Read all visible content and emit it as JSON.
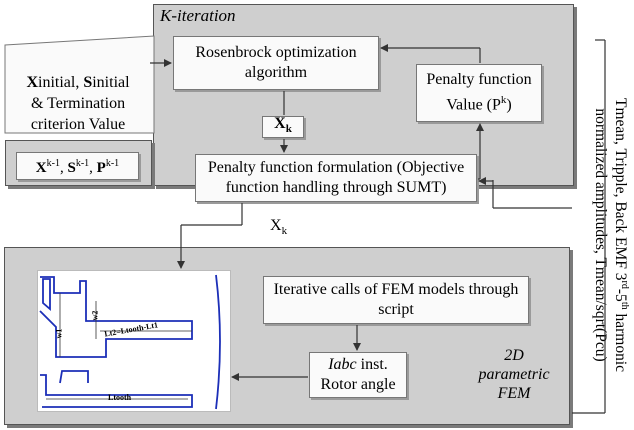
{
  "k_iteration": {
    "title": "K-iteration"
  },
  "rosenbrock": {
    "line1": "Rosenbrock optimization",
    "line2": "algorithm"
  },
  "penalty_value": {
    "line1": "Penalty function",
    "line2_text": "Value (P",
    "line2_sup": "k",
    "line2_end": ")"
  },
  "penalty_formulation": {
    "line1": "Penalty function formulation (Objective",
    "line2": "function handling through SUMT)"
  },
  "xk_bold": {
    "base": "X",
    "sub": "k"
  },
  "xk_link": {
    "base": "X",
    "sub": "k"
  },
  "initial": {
    "x_bold": "X",
    "x_rest": "initial, ",
    "s_bold": "S",
    "s_rest": "initial",
    "line2": "& Termination",
    "line3": "criterion Value"
  },
  "prev_state": {
    "x": "X",
    "x_sup": "k-1",
    "s": "S",
    "s_sup": "k-1",
    "p": "P",
    "p_sup": "k-1",
    "sep": ", "
  },
  "iterative_calls": {
    "line1": "Iterative calls of FEM models through",
    "line2": "script"
  },
  "iabc": {
    "italic": "Iabc",
    "rest": " inst.",
    "line2": "Rotor angle"
  },
  "fem_label": {
    "line1": "2D",
    "line2": "parametric",
    "line3": "FEM"
  },
  "outputs": {
    "line1a": "Tmean, Tripple, Back EMF 3",
    "line1_sup1": "rd",
    "line1b": "-5",
    "line1_sup2": "th",
    "line1c": " harmonic",
    "line2": "normalized amplitudes, Tmean/sqrt(Pcu)"
  },
  "fem_drawing": {
    "w1": "w1",
    "w2": "w2",
    "lt2": "Lt2=Ltooth-Lt1",
    "ltooth": "Ltooth"
  },
  "colors": {
    "panel": "#cfcfcf",
    "box": "#fafafa",
    "fem_line": "#1c2fb8"
  }
}
